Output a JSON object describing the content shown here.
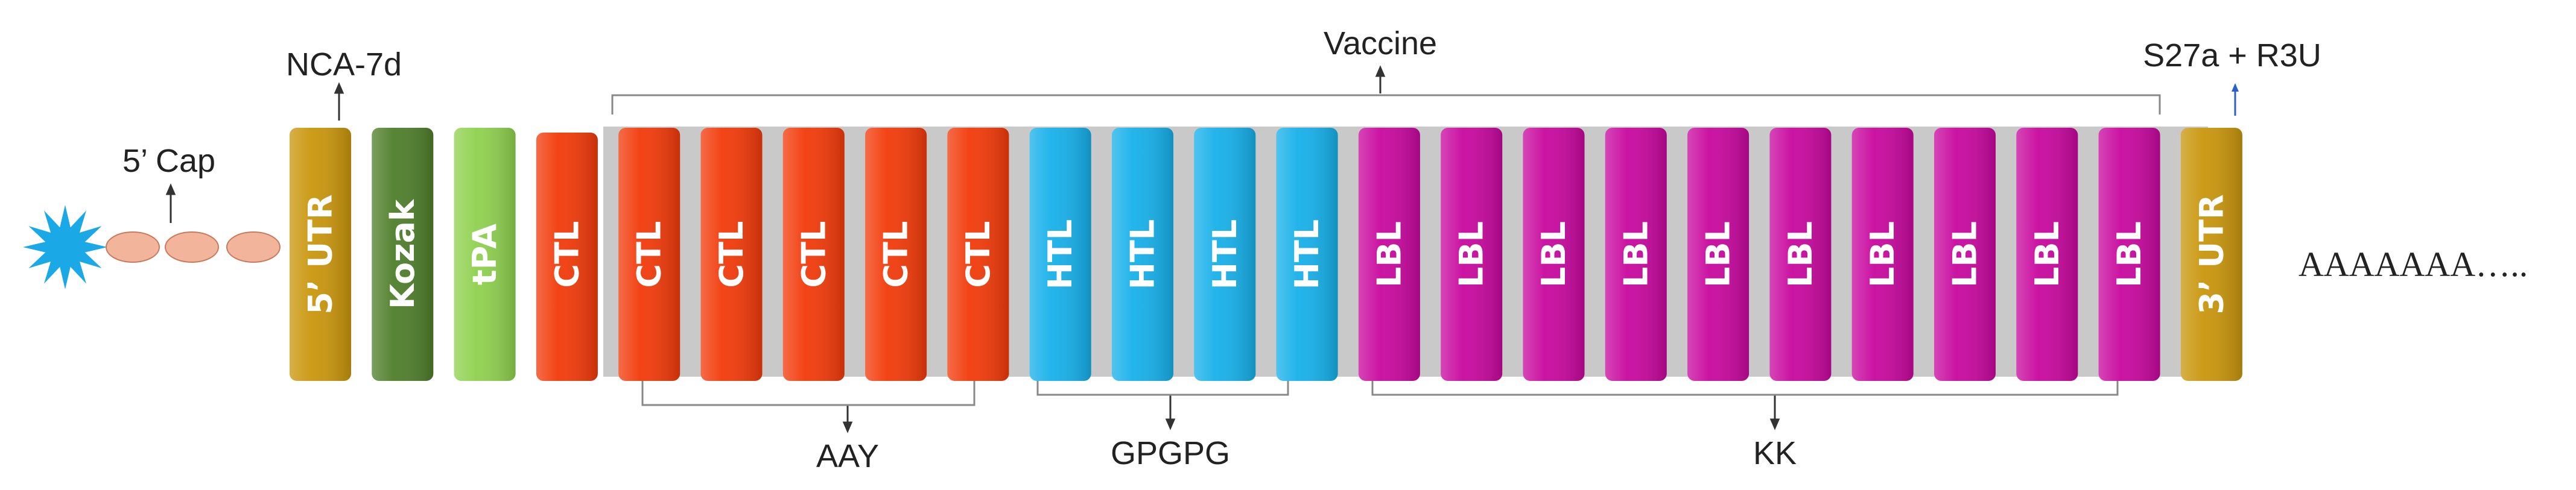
{
  "labels": {
    "cap": "5’ Cap",
    "nca": "NCA-7d",
    "vaccine": "Vaccine",
    "s27a": "S27a + R3U",
    "aay": "AAY",
    "gpgpg": "GPGPG",
    "kk": "KK",
    "polya": "AAAAAAA….."
  },
  "segments": [
    {
      "text": "5’ UTR",
      "type": "utr"
    },
    {
      "text": "Kozak",
      "type": "kozak"
    },
    {
      "text": "tPA",
      "type": "tpa"
    },
    {
      "text": "CTL",
      "type": "ctl"
    },
    {
      "text": "CTL",
      "type": "ctl"
    },
    {
      "text": "CTL",
      "type": "ctl"
    },
    {
      "text": "CTL",
      "type": "ctl"
    },
    {
      "text": "CTL",
      "type": "ctl"
    },
    {
      "text": "CTL",
      "type": "ctl"
    },
    {
      "text": "HTL",
      "type": "htl"
    },
    {
      "text": "HTL",
      "type": "htl"
    },
    {
      "text": "HTL",
      "type": "htl"
    },
    {
      "text": "HTL",
      "type": "htl"
    },
    {
      "text": "LBL",
      "type": "lbl"
    },
    {
      "text": "LBL",
      "type": "lbl"
    },
    {
      "text": "LBL",
      "type": "lbl"
    },
    {
      "text": "LBL",
      "type": "lbl"
    },
    {
      "text": "LBL",
      "type": "lbl"
    },
    {
      "text": "LBL",
      "type": "lbl"
    },
    {
      "text": "LBL",
      "type": "lbl"
    },
    {
      "text": "LBL",
      "type": "lbl"
    },
    {
      "text": "LBL",
      "type": "lbl"
    },
    {
      "text": "LBL",
      "type": "lbl"
    },
    {
      "text": "3’ UTR",
      "type": "utr"
    }
  ],
  "colors": {
    "utr": "#c9960c",
    "kozak": "#4f7e2b",
    "tpa": "#8fd14f",
    "ctl": "#f23a0a",
    "htl": "#16b0ea",
    "lbl": "#c8089e",
    "cap_star": "#1aa9e6",
    "cap_oval": "#f2b49a",
    "backbone": "#c9c9c9",
    "bracket": "#888888"
  }
}
